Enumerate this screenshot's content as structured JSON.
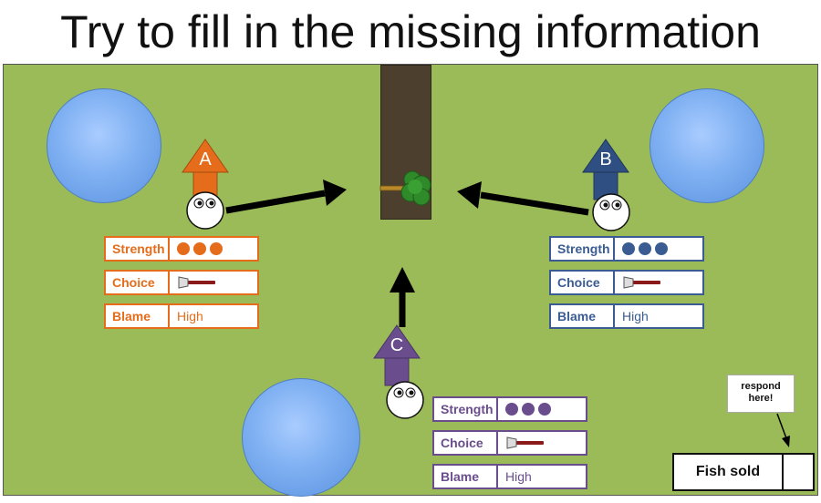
{
  "title": "Try to fill in the missing information",
  "agents": [
    {
      "id": "A",
      "color": "#e46c1a",
      "strength_label": "Strength",
      "strength": 3,
      "choice_label": "Choice",
      "choice_icon": "axe-icon",
      "blame_label": "Blame",
      "blame": "High"
    },
    {
      "id": "B",
      "color": "#3a5c92",
      "strength_label": "Strength",
      "strength": 3,
      "choice_label": "Choice",
      "choice_icon": "axe-icon",
      "blame_label": "Blame",
      "blame": "High"
    },
    {
      "id": "C",
      "color": "#6a4d8c",
      "strength_label": "Strength",
      "strength": 3,
      "choice_label": "Choice",
      "choice_icon": "axe-icon",
      "blame_label": "Blame",
      "blame": "High"
    }
  ],
  "respond_note": "respond here!",
  "answer": {
    "label": "Fish sold",
    "value": ""
  },
  "colors": {
    "field": "#9bbb59",
    "pond": "#7fb0f2",
    "tree_trunk": "#4c3f2d",
    "foliage": "#2f8a2a"
  }
}
